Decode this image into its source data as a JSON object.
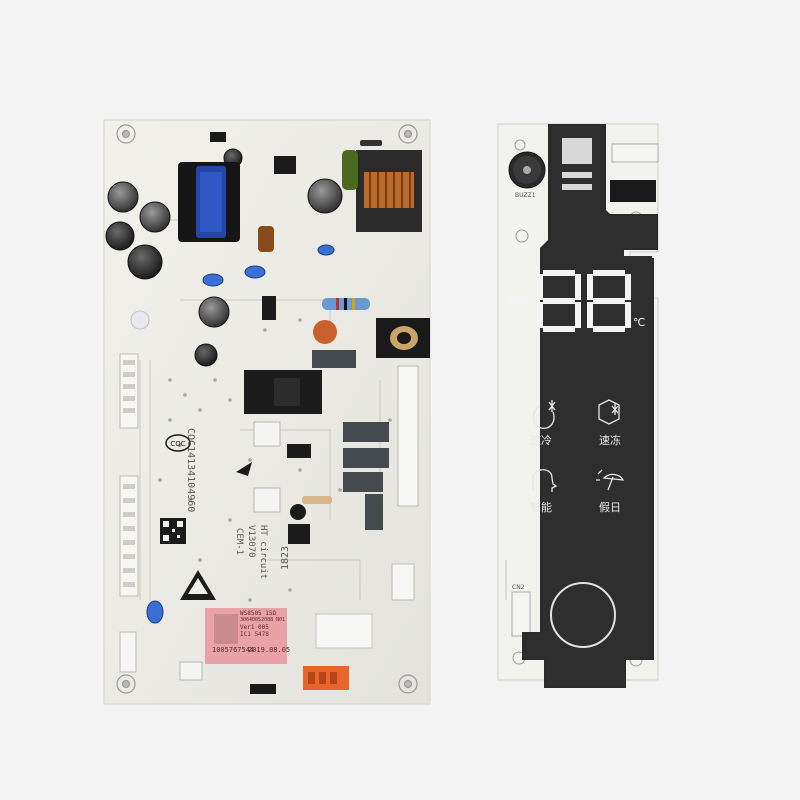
{
  "main_board": {
    "marking_cqc": "CQC14134104960",
    "marking_ht": "HT circuit",
    "marking_model": "V13070",
    "marking_cem": "CEM-1",
    "marking_date_code": "1823",
    "sticker": {
      "line1": "WS8505 15D",
      "line2": "30640052088 N01",
      "line3": "Ver1 005",
      "line4": "IC1 5478",
      "line5": "1005767544",
      "line6": "2019.08.05"
    }
  },
  "display_board": {
    "digits": "-88",
    "unit": "℃",
    "buzzer_label": "BUZZ1",
    "connector_label": "CN2",
    "buttons": [
      {
        "label": "速冷",
        "icon": "quick-cool-icon"
      },
      {
        "label": "速冻",
        "icon": "quick-freeze-icon"
      },
      {
        "label": "智能",
        "icon": "smart-mode-icon"
      },
      {
        "label": "假日",
        "icon": "holiday-icon"
      }
    ]
  },
  "colors": {
    "pcb": "#ecebe6",
    "panel": "#2b2b2b",
    "sticker": "#e9a3a8",
    "digit": "#ffffff"
  }
}
